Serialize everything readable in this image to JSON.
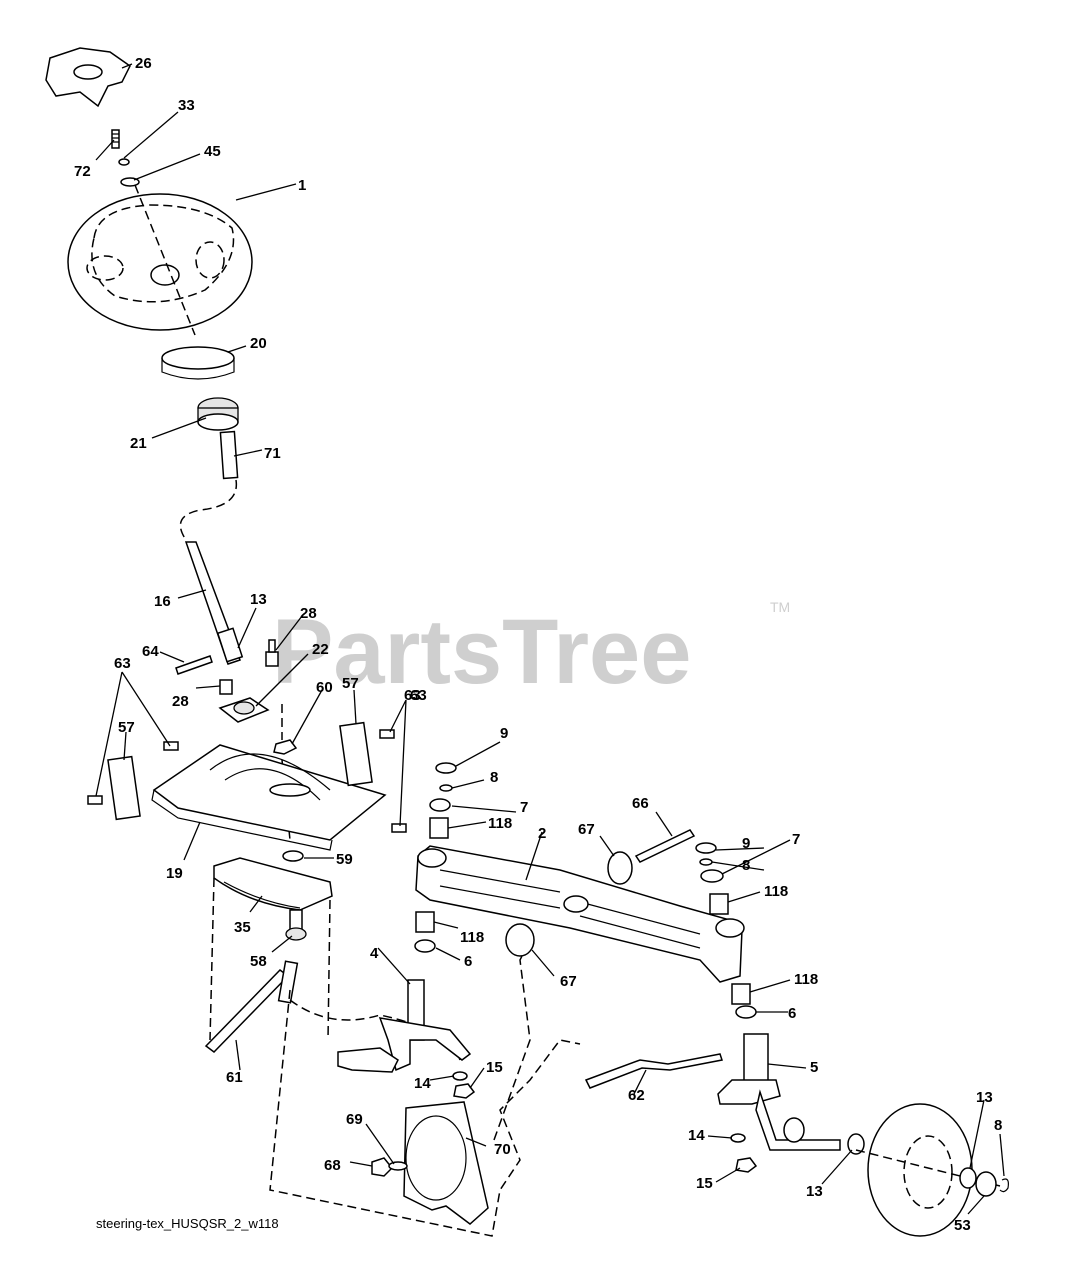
{
  "watermark": {
    "brand": "PartsTree",
    "trademark": "TM"
  },
  "caption": "steering-tex_HUSQSR_2_w118",
  "callouts": [
    "26",
    "33",
    "45",
    "72",
    "1",
    "20",
    "21",
    "71",
    "16",
    "13",
    "28",
    "64",
    "22",
    "28",
    "60",
    "57",
    "63",
    "63",
    "57",
    "63",
    "19",
    "59",
    "35",
    "58",
    "61",
    "4",
    "118",
    "6",
    "14",
    "15",
    "69",
    "70",
    "68",
    "9",
    "8",
    "7",
    "118",
    "2",
    "66",
    "67",
    "9",
    "8",
    "7",
    "118",
    "67",
    "118",
    "6",
    "5",
    "62",
    "14",
    "15",
    "13",
    "13",
    "8",
    "53"
  ]
}
